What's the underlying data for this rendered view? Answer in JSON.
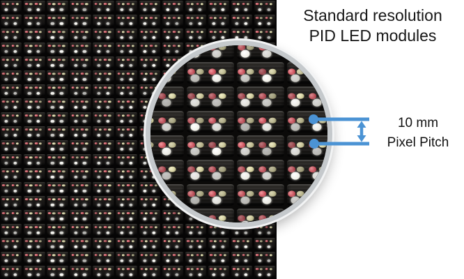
{
  "title": {
    "line1": "Standard resolution",
    "line2": "PID LED modules"
  },
  "annotation": {
    "pitch_value": "10 mm",
    "pitch_label": "Pixel Pitch"
  },
  "colors": {
    "annotation_blue": "#4b93d4",
    "led_red": "#cf5560",
    "led_khaki": "#d6d2a2",
    "led_white": "#f1f0e8",
    "ring_gray": "#c5c9cc",
    "panel_background": "#060505",
    "page_background": "#ffffff",
    "text_black": "#161616"
  },
  "panel": {
    "columns": 12,
    "rows": 20,
    "pixel_pattern": {
      "top_row": [
        "red",
        "khaki",
        "red",
        "khaki"
      ],
      "bottom_row": [
        "white",
        "white"
      ]
    }
  },
  "magnifier": {
    "columns": 5,
    "rows": 9
  }
}
